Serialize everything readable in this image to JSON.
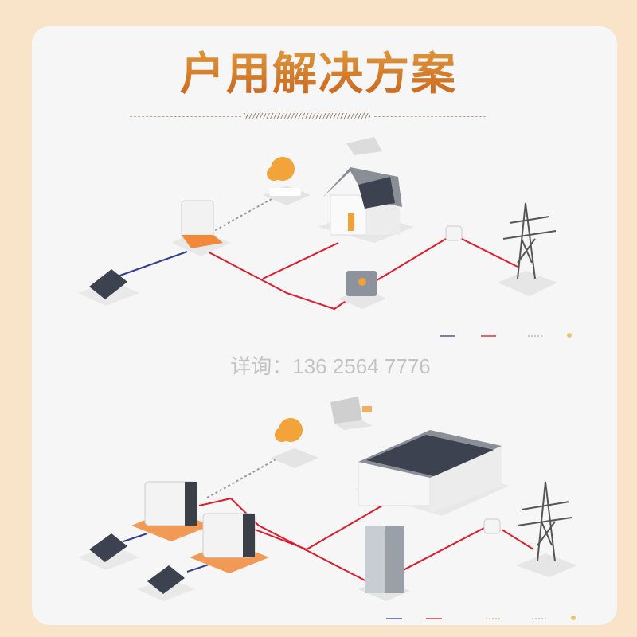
{
  "title": "户用解决方案",
  "contact": "详询：136 2564 7776",
  "colors": {
    "dc_line": "#33408f",
    "ac_line": "#e0192b",
    "comm_line": "#9a9a9a",
    "accent": "#e88a2a",
    "background": "#f9e3c9",
    "card": "#f6f6f6"
  },
  "diagrams": [
    {
      "name": "residential",
      "icons": [
        "solar-panel-icon",
        "inverter-icon",
        "router-icon",
        "cloud-icon",
        "laptop-icon",
        "house-icon",
        "battery-icon",
        "meter-icon",
        "power-tower-icon"
      ]
    },
    {
      "name": "commercial",
      "icons": [
        "solar-panel-icon",
        "inverter-icon",
        "router-icon",
        "cloud-icon",
        "laptop-icon",
        "factory-icon",
        "cabinet-icon",
        "meter-icon",
        "power-tower-icon"
      ]
    }
  ]
}
